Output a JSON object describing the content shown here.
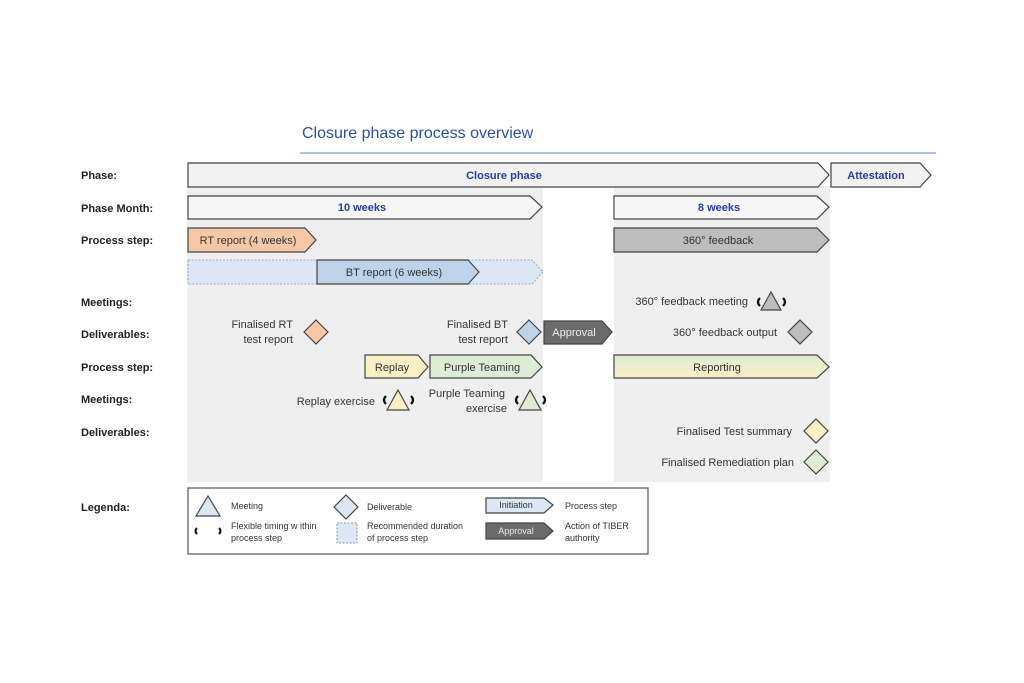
{
  "title": "Closure phase process overview",
  "row_labels": {
    "phase": "Phase:",
    "phase_month": "Phase Month:",
    "process_step_1": "Process step:",
    "meetings_1": "Meetings:",
    "deliverables_1": "Deliverables:",
    "process_step_2": "Process step:",
    "meetings_2": "Meetings:",
    "deliverables_2": "Deliverables:",
    "legenda": "Legenda:"
  },
  "phases": {
    "closure": "Closure phase",
    "attestation": "Attestation"
  },
  "phase_months": {
    "first": "10 weeks",
    "second": "8 weeks"
  },
  "process_steps": {
    "rt_report": "RT report (4 weeks)",
    "bt_report": "BT report (6 weeks)",
    "feedback_360": "360° feedback",
    "approval": "Approval",
    "replay": "Replay",
    "purple_teaming": "Purple Teaming",
    "reporting": "Reporting"
  },
  "meetings": {
    "feedback_360_meeting": "360° feedback meeting",
    "replay_exercise": "Replay exercise",
    "purple_teaming_exercise_line1": "Purple Teaming",
    "purple_teaming_exercise_line2": "exercise"
  },
  "deliverables": {
    "finalised_rt_line1": "Finalised RT",
    "finalised_rt_line2": "test report",
    "finalised_bt_line1": "Finalised BT",
    "finalised_bt_line2": "test report",
    "feedback_360_output": "360° feedback output",
    "finalised_test_summary": "Finalised Test summary",
    "finalised_remediation_plan": "Finalised Remediation plan"
  },
  "legend": {
    "meeting": "Meeting",
    "flexible_line1": "Flexible timing w ithin",
    "flexible_line2": "process step",
    "deliverable": "Deliverable",
    "recommended_line1": "Recommended duration",
    "recommended_line2": "of process step",
    "initiation_sample": "Initiation",
    "process_step": "Process step",
    "approval_sample": "Approval",
    "tiber_line1": "Action of TIBER",
    "tiber_line2": "authority"
  },
  "colors": {
    "title_blue": "#2a4fa8",
    "rt_orange": "#f6c8a8",
    "bt_blue": "#bcd3ea",
    "bt_light": "#dce8f5",
    "replay_yellow": "#fbefc4",
    "purple_green": "#dcedd4",
    "gray_360": "#bdbdbd",
    "approval_dark": "#6b6b6b",
    "panel_gray": "#efefef"
  }
}
